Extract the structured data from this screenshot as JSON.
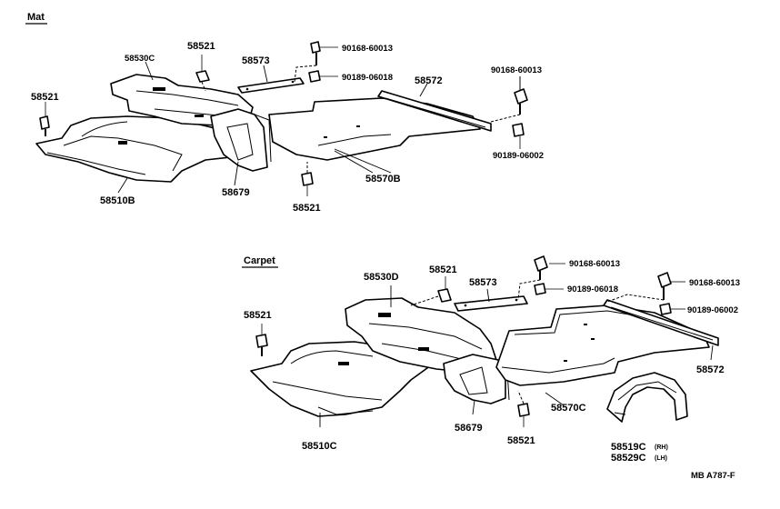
{
  "sections": {
    "mat": "Mat",
    "carpet": "Carpet"
  },
  "mat_labels": {
    "p58521_a": "58521",
    "p58530c": "58530C",
    "p58521_b": "58521",
    "p58573": "58573",
    "p90168_a": "90168-60013",
    "p90189_a": "90189-06018",
    "p58572": "58572",
    "p90168_b": "90168-60013",
    "p90189_b": "90189-06002",
    "p58510b": "58510B",
    "p58679": "58679",
    "p58570b": "58570B",
    "p58521_c": "58521"
  },
  "carpet_labels": {
    "p58530d": "58530D",
    "p58521_a": "58521",
    "p58573": "58573",
    "p90168_a": "90168-60013",
    "p90189_a": "90189-06018",
    "p90168_b": "90168-60013",
    "p90189_b": "90189-06002",
    "p58521_b": "58521",
    "p58572": "58572",
    "p58510c": "58510C",
    "p58679": "58679",
    "p58570c": "58570C",
    "p58521_c": "58521",
    "p58519c": "58519C",
    "p58519c_side": "(RH)",
    "p58529c": "58529C",
    "p58529c_side": "(LH)"
  },
  "footer": {
    "code": "MB  A787-F"
  }
}
